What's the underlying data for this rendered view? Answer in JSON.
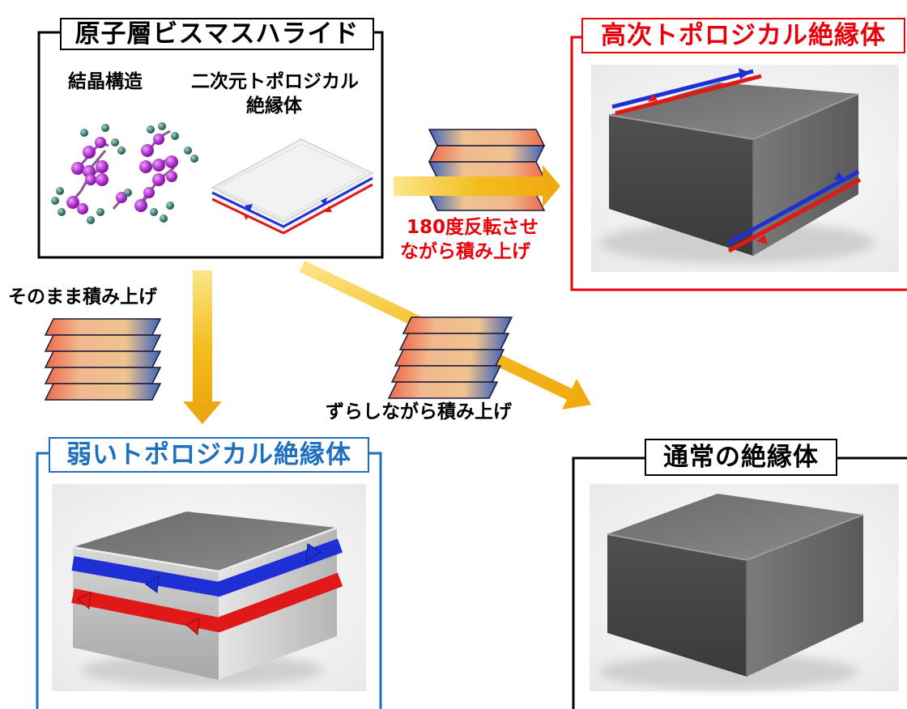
{
  "source_panel": {
    "title": "原子層ビスマスハライド",
    "crystal_label": "結晶構造",
    "topo2d_label_line1": "二次元トポロジカル",
    "topo2d_label_line2": "絶縁体"
  },
  "higher_order": {
    "title": "高次トポロジカル絶縁体",
    "route_line1": "180度反転させ",
    "route_line2": "ながら積み上げ"
  },
  "weak": {
    "title": "弱いトポロジカル絶縁体",
    "route_label": "そのまま積み上げ"
  },
  "normal": {
    "title": "通常の絶縁体",
    "route_label": "ずらしながら積み上げ"
  },
  "colors": {
    "red_accent": "#e8000b",
    "blue_accent": "#1f6fbf",
    "arrow_gold": "#f2b21c",
    "edge_blue": "#1e2fd6",
    "edge_red": "#e01818",
    "atom_purple": "#b02fd0",
    "atom_teal": "#3f7f73"
  },
  "icons": {
    "stack_arrow": "thick-gold-arrow",
    "edge_state": "helical-edge-arrow"
  }
}
